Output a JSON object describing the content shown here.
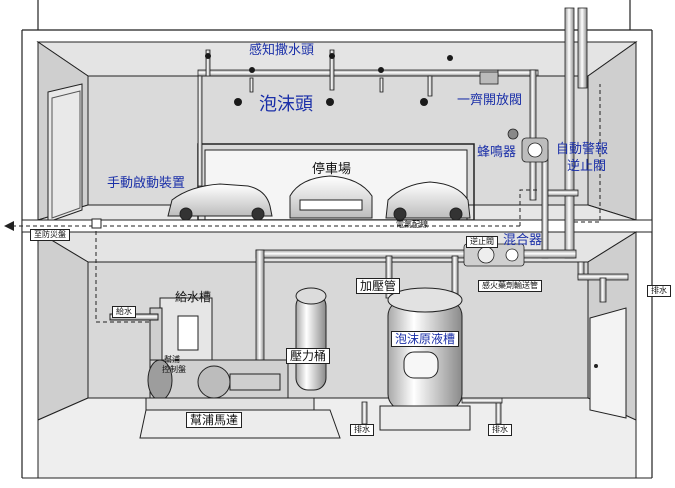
{
  "labels": {
    "sprinkler_head": "感知撒水頭",
    "foam_head": "泡沫頭",
    "deluge_valve": "一齊開放閥",
    "buzzer": "蜂鳴器",
    "auto_alarm": "自動警報",
    "check_valve_alarm": "逆止閥",
    "manual_device": "手動啟動裝置",
    "parking": "停車場",
    "to_disaster_panel": "至防災盤",
    "wiring": "電氣配線",
    "check_valve": "逆止閥",
    "mixer": "混合器",
    "drain_right": "排水",
    "pressure_pipe": "加壓管",
    "fire_pump_line": "感火藥劑輸送管",
    "water_supply_tank": "給水槽",
    "water_supply": "給水",
    "control_panel_1": "幫浦",
    "control_panel_2": "控制盤",
    "pressure_tank": "壓力桶",
    "foam_tank": "泡沫原液槽",
    "pump_motor": "幫浦馬達",
    "drain_1": "排水",
    "drain_2": "排水"
  },
  "colors": {
    "label_blue": "#1a2fa8",
    "wall_gray": "#d6d6d6",
    "line": "#222222"
  }
}
